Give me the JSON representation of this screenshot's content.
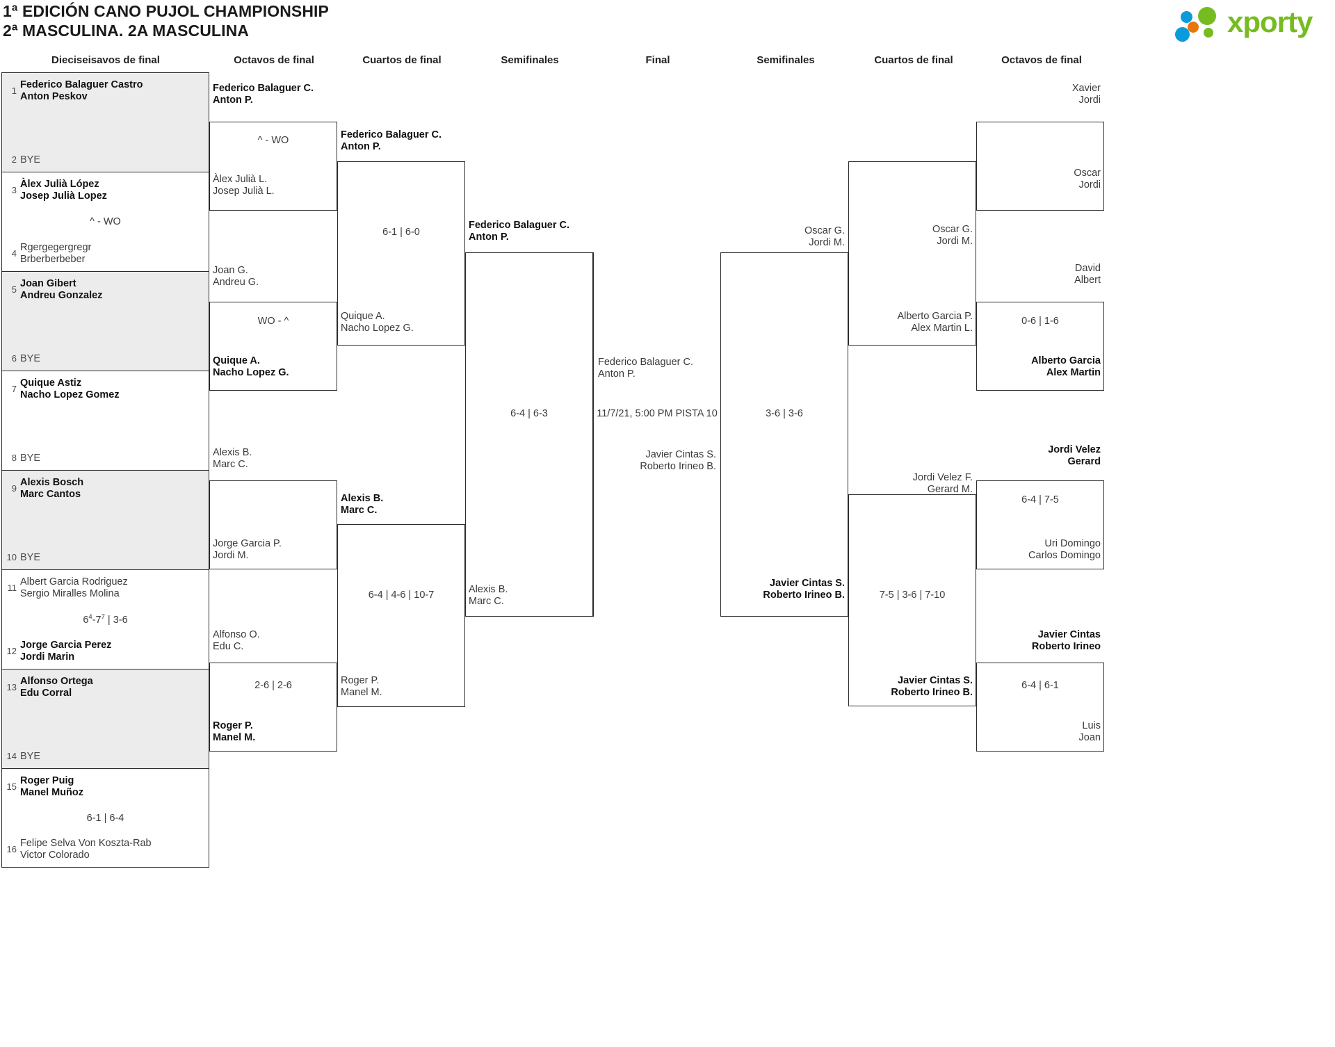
{
  "header": {
    "title_line1": "1ª EDICIÓN CANO PUJOL CHAMPIONSHIP",
    "title_line2": "2ª MASCULINA. 2A MASCULINA",
    "logo_text": "xporty",
    "logo_colors": {
      "green": "#76bc21",
      "blue": "#0a9bdb",
      "orange": "#e8770a"
    }
  },
  "round_headers": {
    "left_r32": "Dieciseisavos de final",
    "left_r16": "Octavos de final",
    "left_qf": "Cuartos de final",
    "left_sf": "Semifinales",
    "final": "Final",
    "right_sf": "Semifinales",
    "right_qf": "Cuartos de final",
    "right_r16": "Octavos de final"
  },
  "left_r32": [
    {
      "seed_top": "1",
      "top_p1": "Federico Balaguer Castro",
      "top_p2": "Anton Peskov",
      "seed_bot": "2",
      "bot_p1": "BYE",
      "bot_p2": "",
      "score": "",
      "winner": "top",
      "shaded": true
    },
    {
      "seed_top": "3",
      "top_p1": "Àlex Julià López",
      "top_p2": "Josep Julià Lopez",
      "seed_bot": "4",
      "bot_p1": "Rgergegergregr",
      "bot_p2": "Brberberbeber",
      "score": "^ - WO",
      "winner": "top",
      "shaded": false
    },
    {
      "seed_top": "5",
      "top_p1": "Joan Gibert",
      "top_p2": "Andreu Gonzalez",
      "seed_bot": "6",
      "bot_p1": "BYE",
      "bot_p2": "",
      "score": "",
      "winner": "top",
      "shaded": true
    },
    {
      "seed_top": "7",
      "top_p1": "Quique Astiz",
      "top_p2": "Nacho Lopez Gomez",
      "seed_bot": "8",
      "bot_p1": "BYE",
      "bot_p2": "",
      "score": "",
      "winner": "top",
      "shaded": false
    },
    {
      "seed_top": "9",
      "top_p1": "Alexis Bosch",
      "top_p2": "Marc Cantos",
      "seed_bot": "10",
      "bot_p1": "BYE",
      "bot_p2": "",
      "score": "",
      "winner": "top",
      "shaded": true
    },
    {
      "seed_top": "11",
      "top_p1": "Albert Garcia Rodriguez",
      "top_p2": "Sergio Miralles Molina",
      "seed_bot": "12",
      "bot_p1": "Jorge Garcia Perez",
      "bot_p2": "Jordi Marin",
      "score": "6#4-7#7 | 3-6",
      "winner": "bot",
      "shaded": false
    },
    {
      "seed_top": "13",
      "top_p1": "Alfonso Ortega",
      "top_p2": "Edu Corral",
      "seed_bot": "14",
      "bot_p1": "BYE",
      "bot_p2": "",
      "score": "",
      "winner": "top",
      "shaded": true
    },
    {
      "seed_top": "15",
      "top_p1": "Roger Puig",
      "top_p2": "Manel Muñoz",
      "seed_bot": "16",
      "bot_p1": "Felipe Selva Von Koszta-Rab",
      "bot_p2": "Victor Colorado",
      "score": "6-1 | 6-4",
      "winner": "top",
      "shaded": false
    }
  ],
  "left_r16": [
    {
      "top_p1": "Federico Balaguer C.",
      "top_p2": "Anton P.",
      "bot_p1": "Àlex Julià L.",
      "bot_p2": "Josep Julià L.",
      "score": "^ - WO",
      "winner": "top"
    },
    {
      "top_p1": "Joan G.",
      "top_p2": "Andreu G.",
      "bot_p1": "Quique A.",
      "bot_p2": "Nacho Lopez G.",
      "score": "WO - ^",
      "winner": "bot"
    },
    {
      "top_p1": "Alexis B.",
      "top_p2": "Marc C.",
      "bot_p1": "Jorge Garcia P.",
      "bot_p2": "Jordi M.",
      "score": "",
      "winner": "none"
    },
    {
      "top_p1": "Alfonso O.",
      "top_p2": "Edu C.",
      "bot_p1": "Roger P.",
      "bot_p2": "Manel M.",
      "score": "2-6 | 2-6",
      "winner": "bot"
    }
  ],
  "left_qf": [
    {
      "top_p1": "Federico Balaguer C.",
      "top_p2": "Anton P.",
      "bot_p1": "Quique A.",
      "bot_p2": "Nacho Lopez G.",
      "score": "6-1 | 6-0",
      "winner": "top"
    },
    {
      "top_p1": "Alexis B.",
      "top_p2": "Marc C.",
      "bot_p1": "Roger P.",
      "bot_p2": "Manel M.",
      "score": "6-4 | 4-6 | 10-7",
      "winner": "top"
    }
  ],
  "left_sf": [
    {
      "top_p1": "Federico Balaguer C.",
      "top_p2": "Anton P.",
      "bot_p1": "Alexis B.",
      "bot_p2": "Marc C.",
      "score": "6-4 | 6-3",
      "winner": "top"
    }
  ],
  "final": {
    "top_p1": "Federico Balaguer C.",
    "top_p2": "Anton P.",
    "bot_p1": "Javier Cintas S.",
    "bot_p2": "Roberto Irineo B.",
    "score": "11/7/21, 5:00 PM PISTA 10",
    "winner": "none"
  },
  "right_sf": [
    {
      "top_p1": "Oscar G.",
      "top_p2": "Jordi M.",
      "bot_p1": "Javier Cintas S.",
      "bot_p2": "Roberto Irineo B.",
      "score": "3-6 | 3-6",
      "winner": "bot"
    }
  ],
  "right_qf": [
    {
      "top_p1": "Oscar G.",
      "top_p2": "Jordi M.",
      "bot_p1": "Alberto Garcia P.",
      "bot_p2": "Alex Martin L.",
      "score": "",
      "winner": "none"
    },
    {
      "top_p1": "Jordi Velez F.",
      "top_p2": "Gerard M.",
      "bot_p1": "Javier Cintas S.",
      "bot_p2": "Roberto Irineo B.",
      "score": "7-5 | 3-6 | 7-10",
      "winner": "bot"
    }
  ],
  "right_r16": [
    {
      "top_p1": "Xavier",
      "top_p2": "Jordi",
      "bot_p1": "Oscar",
      "bot_p2": "Jordi",
      "score": "",
      "winner": "none"
    },
    {
      "top_p1": "David",
      "top_p2": "Albert",
      "bot_p1": "Alberto Garcia",
      "bot_p2": "Alex Martin",
      "score": "0-6 | 1-6",
      "winner": "bot"
    },
    {
      "top_p1": "Jordi Velez",
      "top_p2": "Gerard",
      "bot_p1": "Uri Domingo",
      "bot_p2": "Carlos Domingo",
      "score": "6-4 | 7-5",
      "winner": "top"
    },
    {
      "top_p1": "Javier Cintas",
      "top_p2": "Roberto Irineo",
      "bot_p1": "Luis",
      "bot_p2": "Joan",
      "score": "6-4 | 6-1",
      "winner": "top"
    }
  ]
}
